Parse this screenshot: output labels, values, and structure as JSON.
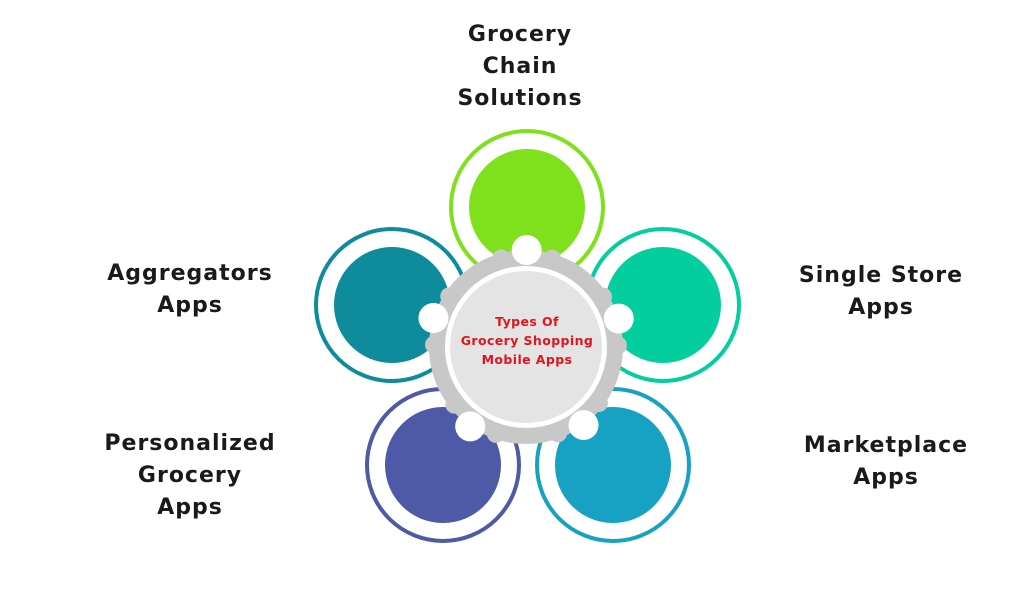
{
  "diagram": {
    "center": {
      "lines": [
        "Types Of",
        "Grocery Shopping",
        "Mobile Apps"
      ],
      "text_color": "#e0141e",
      "gear_color": "#c8c8c8",
      "fill_color": "#e4e4e4"
    },
    "petals": [
      {
        "id": "top",
        "lines": [
          "Grocery",
          "Chain",
          "Solutions"
        ],
        "color": "#7fe01c"
      },
      {
        "id": "top-left",
        "lines": [
          "Aggregators",
          "Apps"
        ],
        "color": "#0e8c9c"
      },
      {
        "id": "top-right",
        "lines": [
          "Single Store",
          "Apps"
        ],
        "color": "#05ce9e"
      },
      {
        "id": "bottom-left",
        "lines": [
          "Personalized",
          "Grocery",
          "Apps"
        ],
        "color": "#4e59a8"
      },
      {
        "id": "bottom-right",
        "lines": [
          "Marketplace",
          "Apps"
        ],
        "color": "#17a2c4"
      }
    ]
  }
}
